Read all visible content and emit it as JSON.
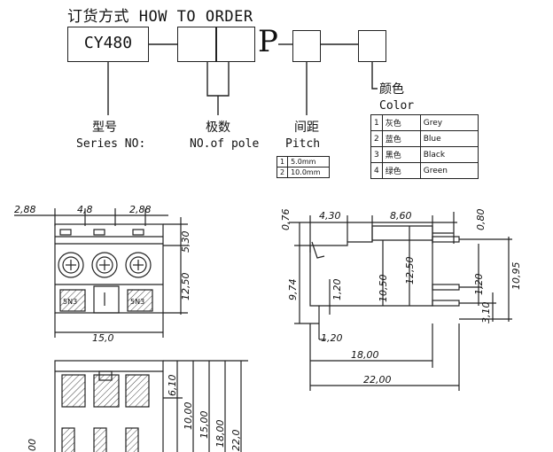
{
  "order": {
    "title": "订货方式 HOW TO ORDER",
    "model_code": "CY480",
    "p_letter": "P",
    "series": {
      "cn": "型号",
      "en": "Series NO:"
    },
    "pole": {
      "cn": "极数",
      "en": "NO.of pole"
    },
    "pitch": {
      "cn": "间距",
      "en": "Pitch"
    },
    "color": {
      "cn": "颜色",
      "en": "Color"
    }
  },
  "pitch_table": [
    {
      "no": "1",
      "value": "5.0mm"
    },
    {
      "no": "2",
      "value": "10.0mm"
    }
  ],
  "color_table": [
    {
      "no": "1",
      "cn": "灰色",
      "en": "Grey"
    },
    {
      "no": "2",
      "cn": "蓝色",
      "en": "Blue"
    },
    {
      "no": "3",
      "cn": "黑色",
      "en": "Black"
    },
    {
      "no": "4",
      "cn": "绿色",
      "en": "Green"
    }
  ],
  "front_view": {
    "dims": {
      "left_gap": "2,88",
      "pitch": "4,8",
      "right_gap": "2,88",
      "top": "5,30",
      "height": "12,50",
      "width": "15,0"
    },
    "slot_text": "5N3"
  },
  "side_view": {
    "dims": {
      "a": "0,76",
      "b": "4,30",
      "c": "8,60",
      "d": "0,80",
      "e": "9,74",
      "f": "1,20",
      "g": "10,50",
      "h": "12,50",
      "i": "1,20",
      "j": "10,95",
      "k": "3,10",
      "l": "1,20",
      "m": "18,00",
      "n": "22,00"
    }
  },
  "top_view": {
    "dims": {
      "a": "6,10",
      "b": "10,00",
      "c": "15,00",
      "d": "18,00",
      "e": "22,0",
      "f": "00"
    }
  }
}
